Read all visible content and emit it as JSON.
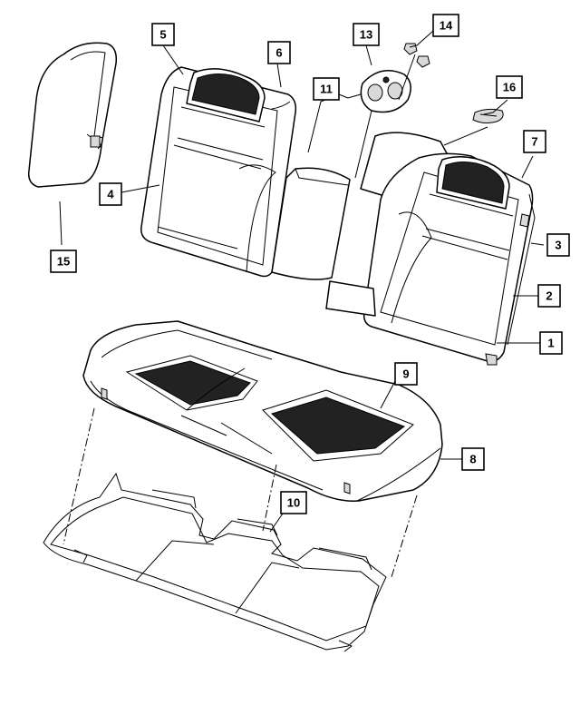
{
  "callouts": [
    {
      "id": "c1",
      "label": "1"
    },
    {
      "id": "c2",
      "label": "2"
    },
    {
      "id": "c3",
      "label": "3"
    },
    {
      "id": "c4",
      "label": "4"
    },
    {
      "id": "c5",
      "label": "5"
    },
    {
      "id": "c6",
      "label": "6"
    },
    {
      "id": "c7",
      "label": "7"
    },
    {
      "id": "c8",
      "label": "8"
    },
    {
      "id": "c9",
      "label": "9"
    },
    {
      "id": "c10",
      "label": "10"
    },
    {
      "id": "c11",
      "label": "11"
    },
    {
      "id": "c13",
      "label": "13"
    },
    {
      "id": "c14",
      "label": "14"
    },
    {
      "id": "c15",
      "label": "15"
    },
    {
      "id": "c16",
      "label": "16"
    }
  ],
  "colors": {
    "line": "#000000",
    "background": "#ffffff",
    "trim": "#222222"
  }
}
